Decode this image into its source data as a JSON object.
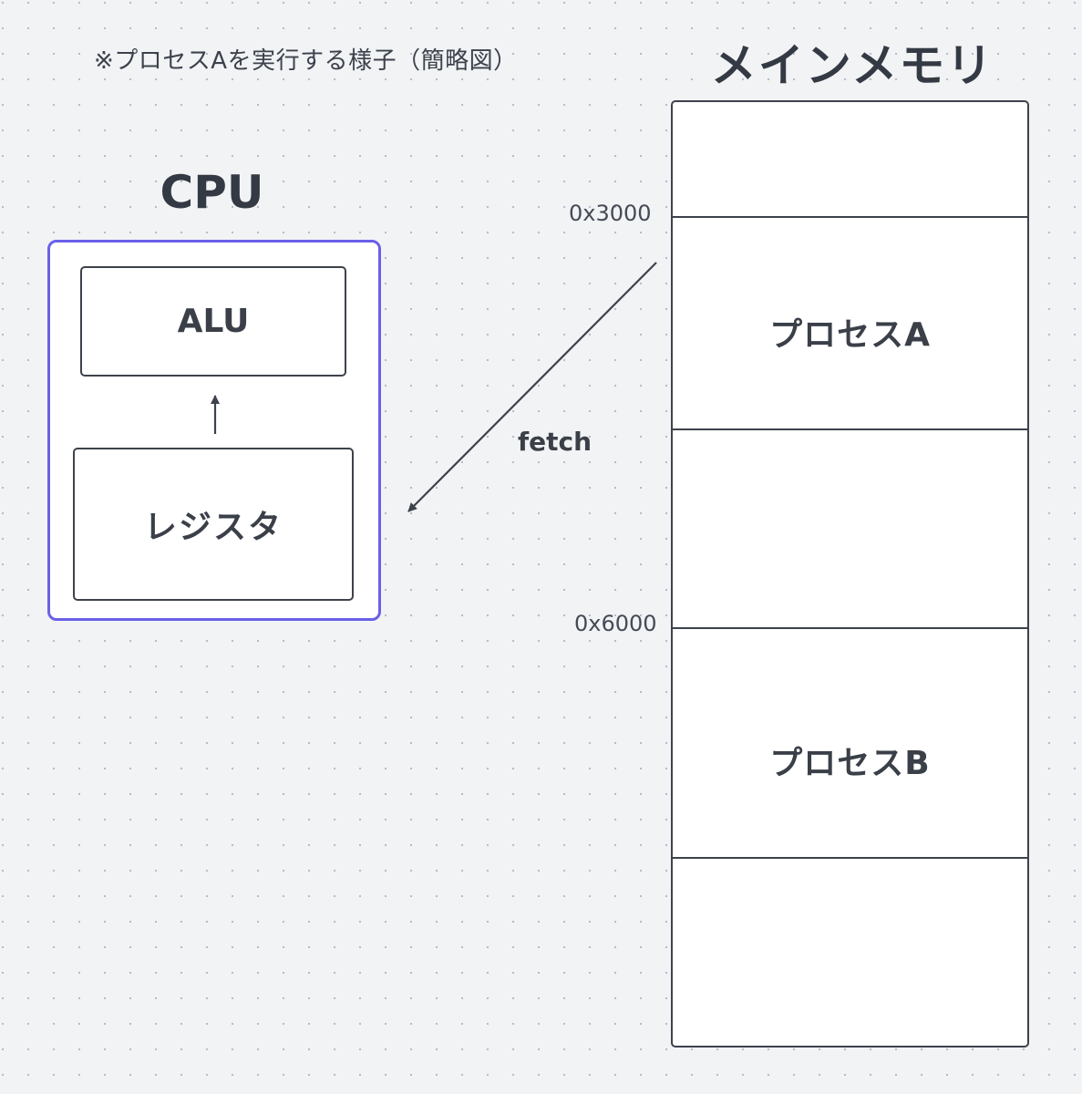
{
  "note": "※プロセスAを実行する様子（簡略図）",
  "memory": {
    "title": "メインメモリ",
    "segments": [
      {
        "label": ""
      },
      {
        "label": "プロセスA"
      },
      {
        "label": ""
      },
      {
        "label": "プロセスB"
      },
      {
        "label": ""
      }
    ],
    "addresses": [
      "0x3000",
      "0x6000"
    ]
  },
  "cpu": {
    "title": "CPU",
    "alu_label": "ALU",
    "register_label": "レジスタ"
  },
  "edges": {
    "fetch_label": "fetch"
  },
  "colors": {
    "background": "#f2f3f5",
    "cpu_border": "#6a60e8",
    "stroke": "#3d424b",
    "text": "#343a44"
  }
}
